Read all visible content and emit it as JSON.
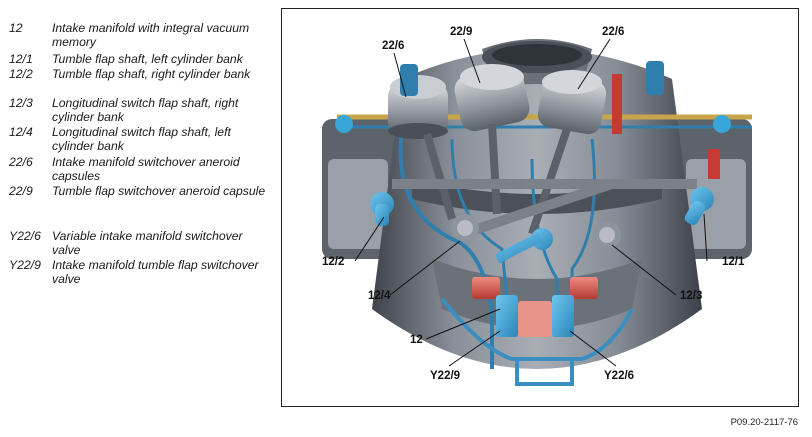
{
  "legend": {
    "items": [
      {
        "code": "12",
        "desc": "Intake manifold with integral vacuum memory"
      },
      {
        "code": "12/1",
        "desc": "Tumble flap shaft, left cylinder bank"
      },
      {
        "code": "12/2",
        "desc": "Tumble flap shaft, right cylinder bank"
      },
      {
        "code": "12/3",
        "desc": "Longitudinal switch flap shaft, right cylinder bank"
      },
      {
        "code": "12/4",
        "desc": "Longitudinal switch flap shaft, left cylinder bank"
      },
      {
        "code": "22/6",
        "desc": "Intake manifold switchover aneroid capsules"
      },
      {
        "code": "22/9",
        "desc": "Tumble flap switchover aneroid capsule"
      },
      {
        "code": "Y22/6",
        "desc": "Variable intake manifold switchover valve"
      },
      {
        "code": "Y22/9",
        "desc": "Intake manifold tumble flap switchover valve"
      }
    ]
  },
  "figure": {
    "callouts": {
      "c22_6_left": "22/6",
      "c22_9": "22/9",
      "c22_6_right": "22/6",
      "c12_2": "12/2",
      "c12_1": "12/1",
      "c12_4": "12/4",
      "c12_3": "12/3",
      "c12": "12",
      "cY22_9": "Y22/9",
      "cY22_6": "Y22/6"
    },
    "code": "P09.20-2117-76"
  },
  "colors": {
    "metal_dark": "#4a4f58",
    "metal_mid": "#7d838c",
    "metal_light": "#b7bcc3",
    "tube_blue": "#2f7fae",
    "highlight_blue": "#38a6d8",
    "valve_red": "#d9574c",
    "brass": "#c7a54a"
  }
}
